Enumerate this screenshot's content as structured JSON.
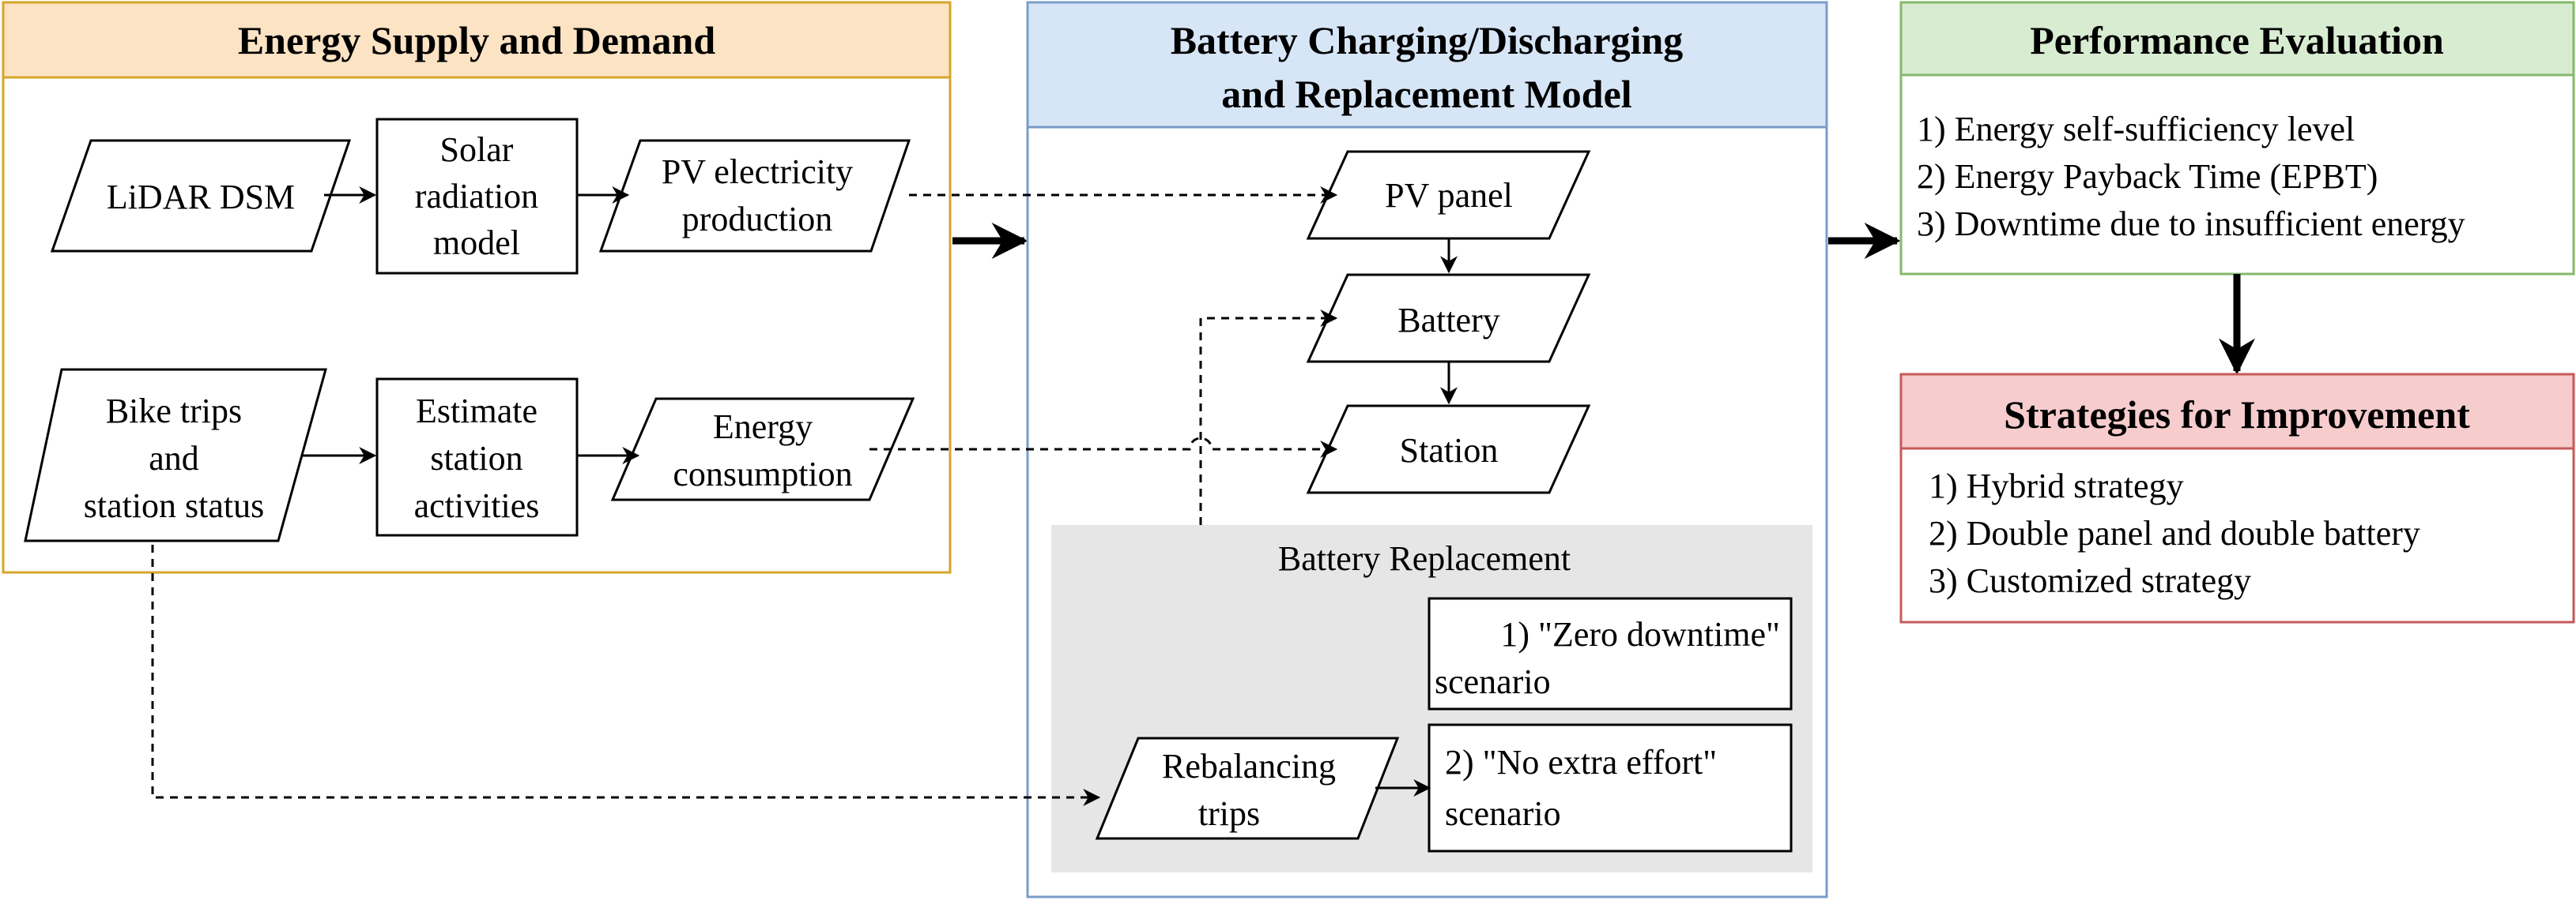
{
  "colors": {
    "supply_border": "#d6a62a",
    "supply_header": "#fbe3c4",
    "battery_border": "#7a9cc9",
    "battery_header": "#d7e6f7",
    "perf_border": "#86b86b",
    "perf_header": "#d8ecd2",
    "strat_border": "#c65a5a",
    "strat_header": "#f6cccc",
    "replacement_bg": "#e6e6e6"
  },
  "supply": {
    "title": "Energy Supply and Demand",
    "lidar": "LiDAR DSM",
    "solar": [
      "Solar",
      "radiation",
      "model"
    ],
    "pv_production": [
      "PV electricity",
      "production"
    ],
    "bike_trips": [
      "Bike trips",
      "and",
      "station status"
    ],
    "estimate": [
      "Estimate",
      "station",
      "activities"
    ],
    "energy_consumption": [
      "Energy",
      "consumption"
    ]
  },
  "battery_model": {
    "title": [
      "Battery Charging/Discharging",
      "and Replacement Model"
    ],
    "pv_panel": "PV panel",
    "battery": "Battery",
    "station": "Station",
    "replacement": {
      "title": "Battery Replacement",
      "zero_downtime": [
        "1) \"Zero downtime\"",
        "scenario"
      ],
      "no_extra_effort": [
        "2) \"No extra effort\"",
        "scenario"
      ],
      "rebalancing": [
        "Rebalancing",
        "trips"
      ]
    }
  },
  "performance": {
    "title": "Performance Evaluation",
    "items": [
      "1) Energy self-sufficiency level",
      "2) Energy Payback Time (EPBT)",
      "3) Downtime due to insufficient energy"
    ]
  },
  "strategies": {
    "title": "Strategies for Improvement",
    "items": [
      "1) Hybrid strategy",
      "2) Double panel and double battery",
      "3) Customized strategy"
    ]
  }
}
